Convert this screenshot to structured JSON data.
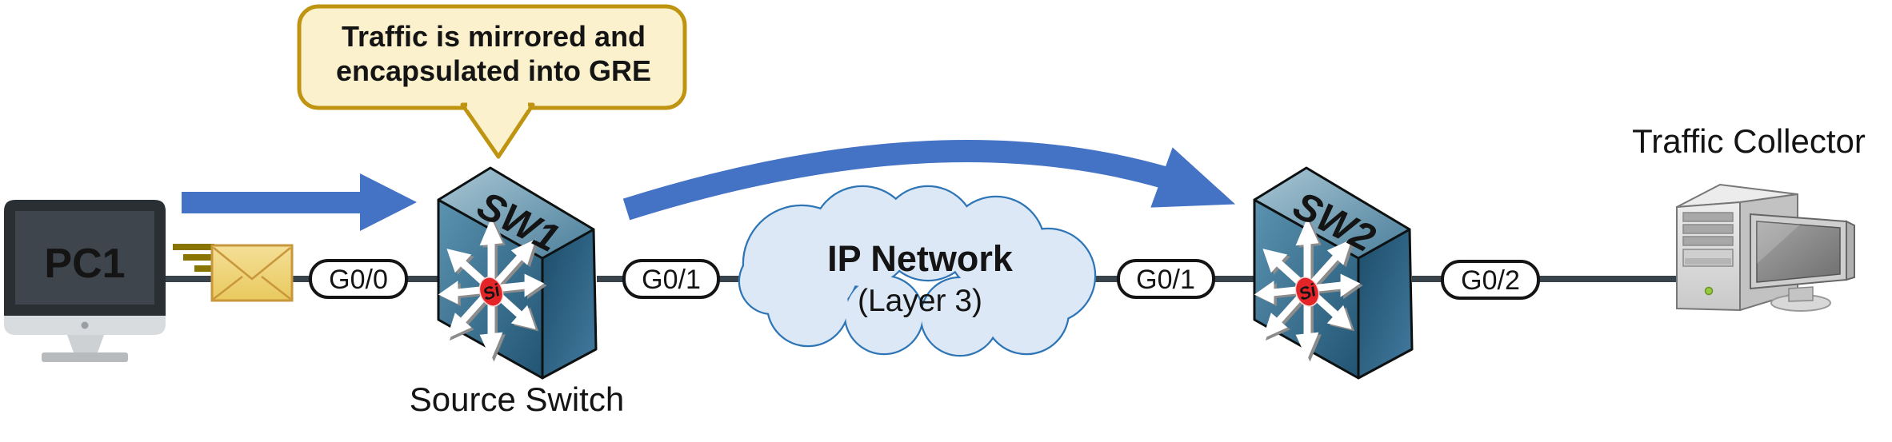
{
  "callout": {
    "line1": "Traffic is mirrored and",
    "line2": "encapsulated into GRE"
  },
  "pc1": {
    "label": "PC1"
  },
  "sw1": {
    "label": "SW1",
    "caption": "Source Switch",
    "badge": "Si"
  },
  "sw2": {
    "label": "SW2"
  },
  "cloud": {
    "title": "IP Network",
    "subtitle": "(Layer 3)"
  },
  "collector": {
    "label": "Traffic Collector"
  },
  "interfaces": {
    "pc1_sw1": "G0/0",
    "sw1_cloud": "G0/1",
    "cloud_sw2": "G0/1",
    "sw2_collector": "G0/2"
  },
  "colors": {
    "arrow_blue": "#4472C4",
    "callout_fill": "#FCF1CD",
    "callout_border": "#BF9410",
    "cloud_fill": "#DCE8F6",
    "cloud_border": "#2E75B6",
    "envelope_fill": "#F2D67E",
    "envelope_border": "#C9973B",
    "cable": "#39434B",
    "si_red": "#E42528"
  }
}
